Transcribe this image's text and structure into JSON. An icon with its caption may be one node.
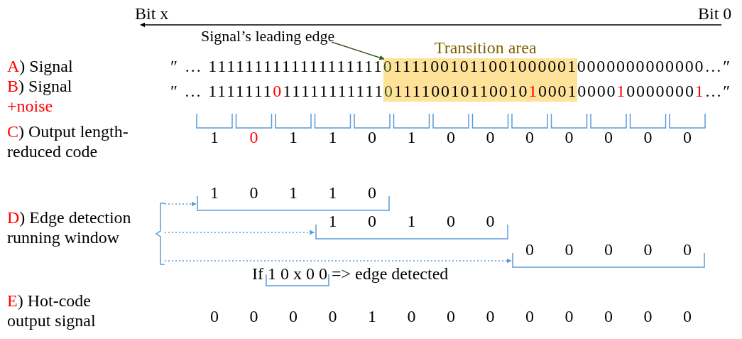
{
  "diagram": {
    "nodes": [
      {
        "text": [
          "Bit x"
        ]
      },
      {
        "text": [
          "Bit 0"
        ]
      },
      {
        "text": [
          "Signal’s leading edge"
        ]
      },
      {
        "text": [
          "Transition area"
        ]
      },
      {
        "text": [
          "D) Edge detection running window"
        ]
      },
      {
        "text": [
          "1",
          "0",
          "1",
          "1",
          "0"
        ]
      },
      {
        "text": [
          "1",
          "0",
          "1",
          "0",
          "0"
        ]
      },
      {
        "text": [
          "0",
          "0",
          "0",
          "0",
          "0"
        ]
      }
    ],
    "edges": [
      {
        "from": 1,
        "to": 0,
        "arrow": "to",
        "color": "#000000"
      },
      {
        "from": 2,
        "to": 3,
        "arrow": "to",
        "color": "#385723"
      },
      {
        "from": 4,
        "to": 5,
        "arrow": "to",
        "style": "dashed"
      },
      {
        "from": 4,
        "to": 6,
        "arrow": "to",
        "style": "dashed"
      },
      {
        "from": 4,
        "to": 7,
        "arrow": "to",
        "style": "dashed"
      }
    ],
    "labels": [
      "A) Signal",
      "″ … 1111111111111111111011110010110010000010000000000000…″",
      "B) Signal +noise",
      "″ … 1111111011111111111011110010110010100010000100000001…″",
      "C) Output length-reduced code",
      "1",
      "0",
      "1",
      "1",
      "0",
      "1",
      "0",
      "0",
      "0",
      "0",
      "0",
      "0",
      "0",
      "If 1 0 x 0 0 => edge detected",
      "E) Hot-code output signal",
      "0",
      "0",
      "0",
      "0",
      "1",
      "0",
      "0",
      "0",
      "0",
      "0",
      "0",
      "0",
      "0"
    ]
  }
}
